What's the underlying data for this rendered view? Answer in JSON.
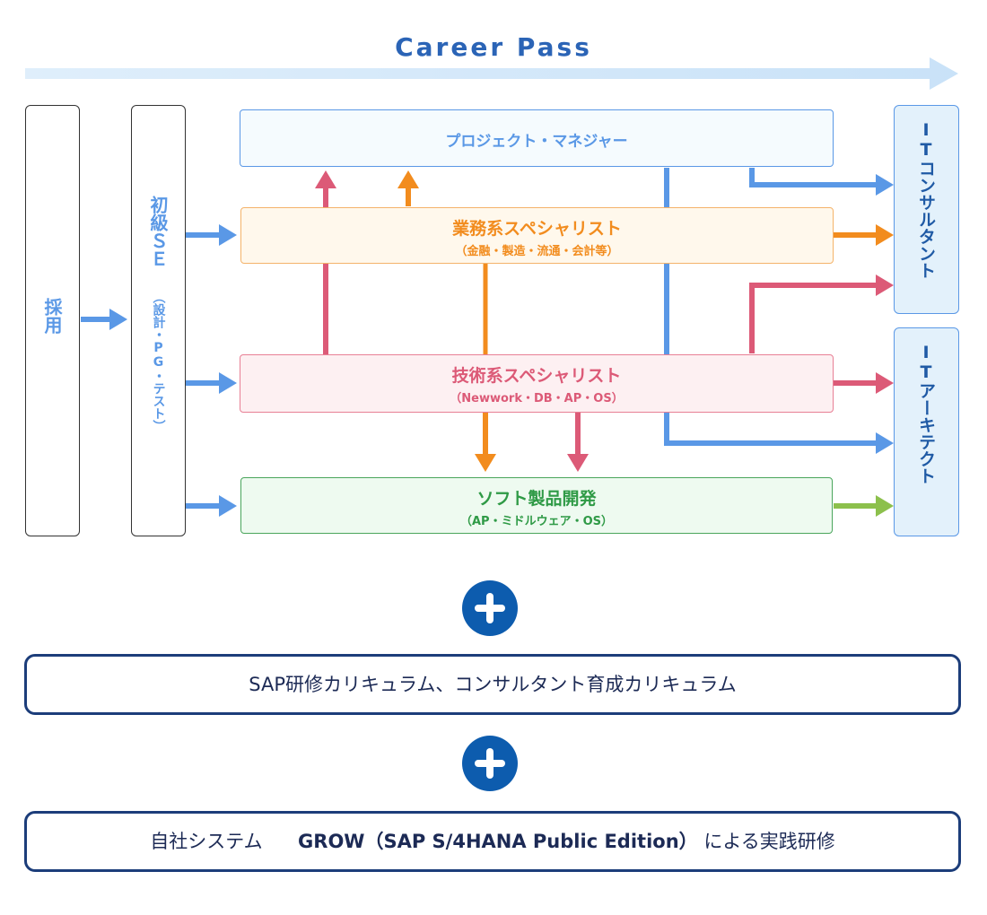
{
  "header": {
    "title": "Career Pass"
  },
  "left_steps": {
    "hire": "採用",
    "junior_se": "初級ＳＥ",
    "junior_se_sub": "（設計・PG・テスト）"
  },
  "roles": {
    "pm": {
      "title": "プロジェクト・マネジャー"
    },
    "business": {
      "title": "業務系スペシャリスト",
      "sub": "（金融・製造・流通・会計等）"
    },
    "tech": {
      "title": "技術系スペシャリスト",
      "sub": "（Newwork・DB・AP・OS）"
    },
    "software": {
      "title": "ソフト製品開発",
      "sub": "（AP・ミドルウェア・OS）"
    }
  },
  "destinations": {
    "consultant": "ITコンサルタント",
    "architect": "ITアーキテクト"
  },
  "curriculum": {
    "sap_training": "SAP研修カリキュラム、コンサルタント育成カリキュラム",
    "grow_prefix": "自社システム",
    "grow_bold": "GROW（SAP S/4HANA Public Edition）",
    "grow_suffix": "による実践研修"
  },
  "colors": {
    "accent_blue": "#5a98e6",
    "business_orange": "#f28c1e",
    "tech_pink": "#dc5a77",
    "software_green": "#2f9a46",
    "software_arrow_green": "#8cc04c",
    "navy": "#1c3d7a",
    "plus_blue": "#0d5cae"
  },
  "icons": {
    "plus": "plus-icon"
  }
}
